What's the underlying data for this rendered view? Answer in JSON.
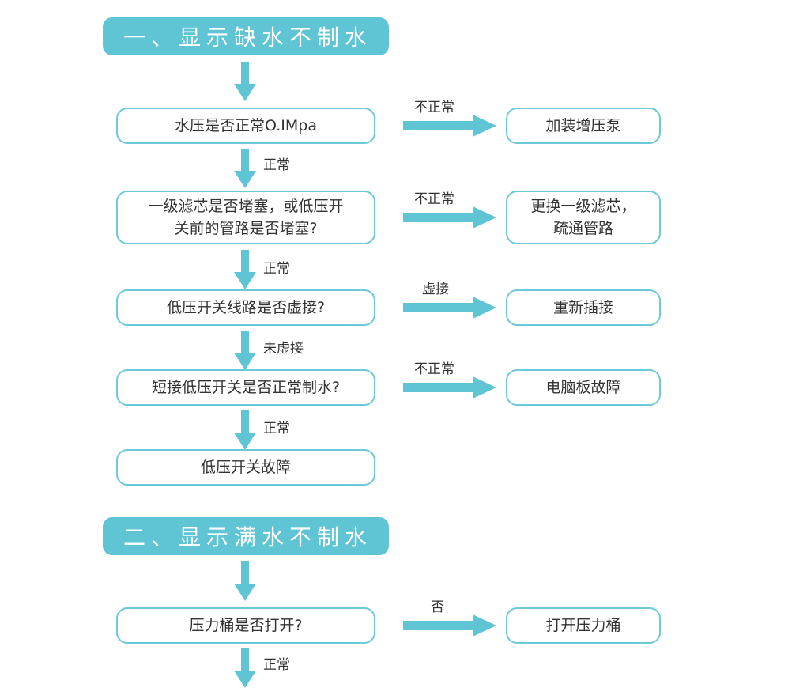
{
  "page": {
    "background": "#ffffff",
    "accent_teal": "#5FC4D4",
    "border_teal": "#6DCAD8",
    "arrow_teal": "#5FC4D4",
    "text_color": "#333333",
    "header_text_color": "#ffffff"
  },
  "sections": [
    {
      "id": "section-1",
      "header": "一、显示缺水不制水"
    },
    {
      "id": "section-2",
      "header": "二、显示满水不制水"
    }
  ],
  "nodes": {
    "s1_q1": "水压是否正常O.IMpa",
    "s1_r1": "加装增压泵",
    "s1_q2": "一级滤芯是否堵塞，或低压开\n关前的管路是否堵塞?",
    "s1_r2": "更换一级滤芯，\n疏通管路",
    "s1_q3": "低压开关线路是否虚接?",
    "s1_r3": "重新插接",
    "s1_q4": "短接低压开关是否正常制水?",
    "s1_r4": "电脑板故障",
    "s1_end": "低压开关故障",
    "s2_q1": "压力桶是否打开?",
    "s2_r1": "打开压力桶"
  },
  "edge_labels": {
    "s1_e1_right": "不正常",
    "s1_e1_down": "正常",
    "s1_e2_right": "不正常",
    "s1_e2_down": "正常",
    "s1_e3_right": "虚接",
    "s1_e3_down": "未虚接",
    "s1_e4_right": "不正常",
    "s1_e4_down": "正常",
    "s2_e1_right": "否",
    "s2_e1_down": "正常"
  },
  "icons": {
    "arrow_down": "arrow-down-icon",
    "arrow_right": "arrow-right-icon"
  }
}
